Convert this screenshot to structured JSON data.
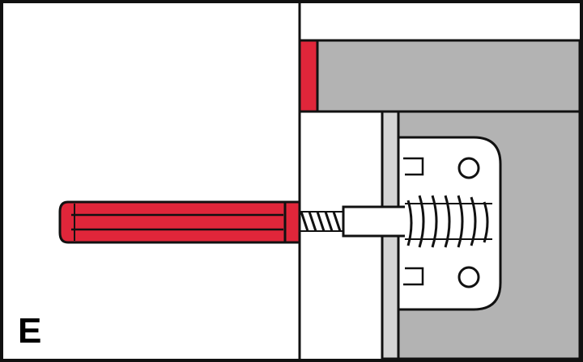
{
  "figure": {
    "step_label": "E",
    "parts": [
      "wall",
      "cabinet-panel",
      "wall-plug",
      "screw",
      "bracket"
    ],
    "colors": {
      "plug": "#e0263a",
      "plug_dark": "#b8102a",
      "panel_gray": "#b3b3b3",
      "outline": "#111111",
      "background": "#ffffff"
    }
  }
}
